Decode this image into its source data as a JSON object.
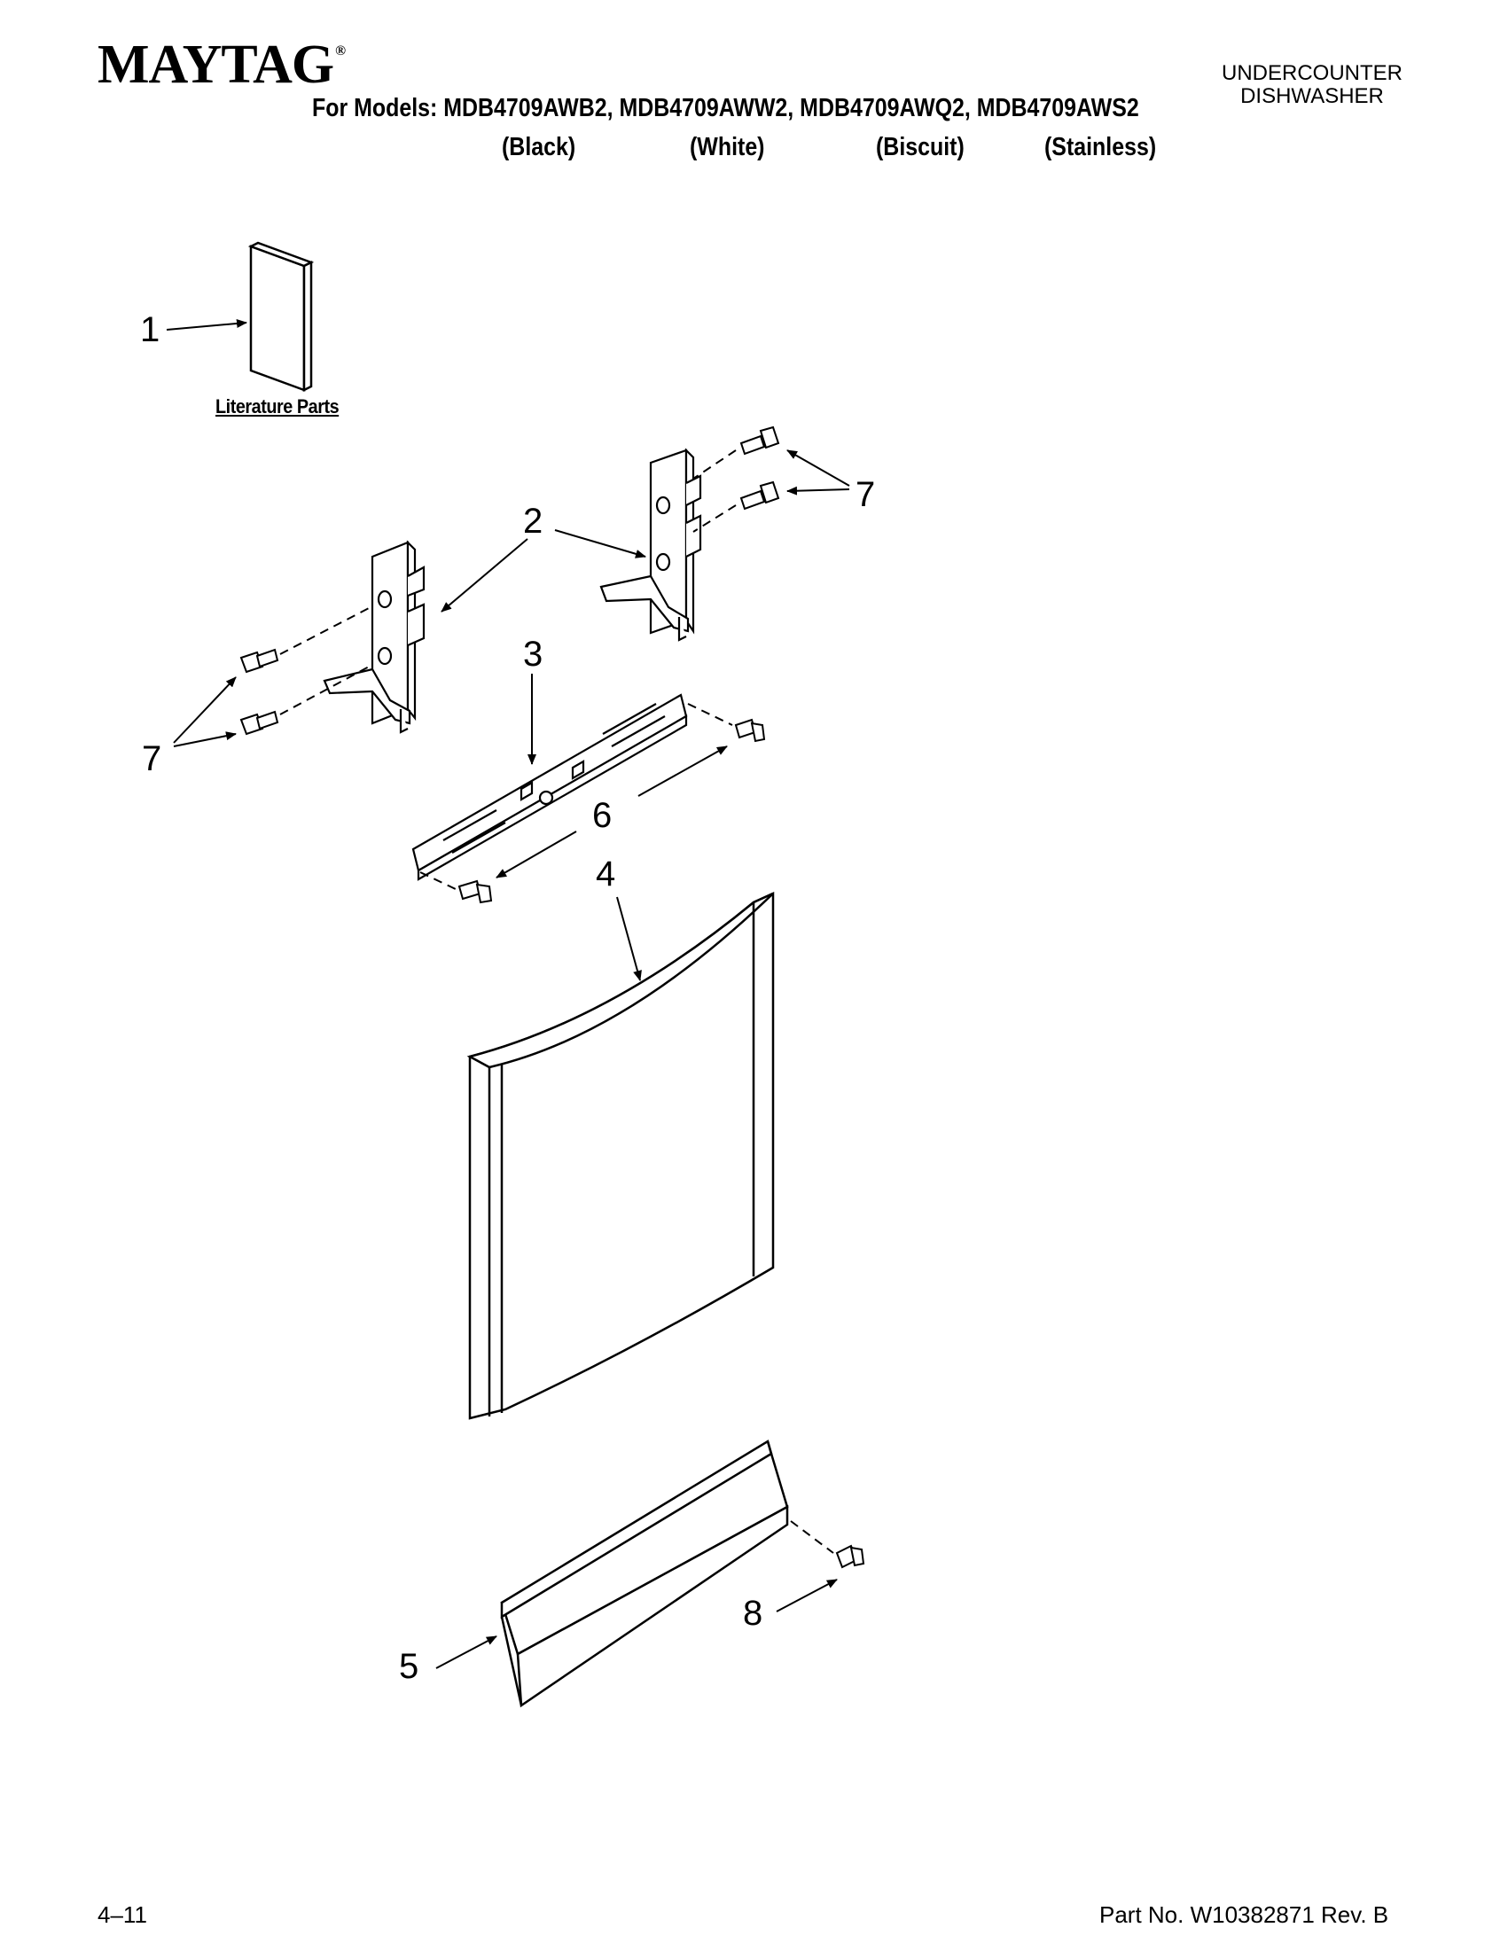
{
  "header": {
    "brand": "MAYTAG",
    "brand_mark": "®",
    "models_line": "For Models: MDB4709AWB2, MDB4709AWW2, MDB4709AWQ2, MDB4709AWS2",
    "colors": [
      "(Black)",
      "(White)",
      "(Biscuit)",
      "(Stainless)"
    ],
    "doc_type_line1": "UNDERCOUNTER",
    "doc_type_line2": "DISHWASHER"
  },
  "diagram": {
    "literature_label": "Literature Parts",
    "callouts": {
      "c1": "1",
      "c2": "2",
      "c3": "3",
      "c4": "4",
      "c5": "5",
      "c6": "6",
      "c7_right": "7",
      "c7_left": "7",
      "c8": "8"
    }
  },
  "footer": {
    "date": "4–11",
    "part_no": "Part No. W10382871 Rev. B"
  }
}
